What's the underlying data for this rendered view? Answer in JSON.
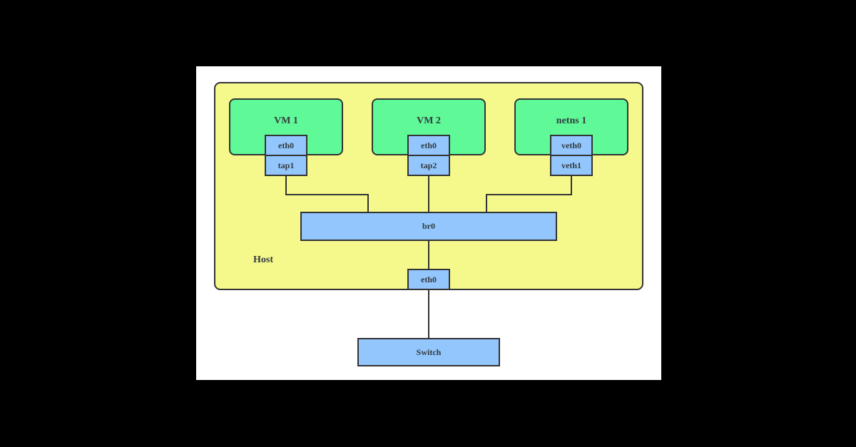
{
  "colors": {
    "background": "#000000",
    "canvas": "#ffffff",
    "host_fill": "#f5f98b",
    "node_fill": "#5ff998",
    "port_fill": "#92c6fc",
    "border": "#333333",
    "text": "#343a40"
  },
  "host": {
    "label": "Host"
  },
  "nodes": [
    {
      "title": "VM 1",
      "ports": [
        {
          "label": "eth0"
        },
        {
          "label": "tap1"
        }
      ]
    },
    {
      "title": "VM 2",
      "ports": [
        {
          "label": "eth0"
        },
        {
          "label": "tap2"
        }
      ]
    },
    {
      "title": "netns 1",
      "ports": [
        {
          "label": "veth0"
        },
        {
          "label": "veth1"
        }
      ]
    }
  ],
  "bridge": {
    "label": "br0"
  },
  "host_nic": {
    "label": "eth0"
  },
  "switch": {
    "label": "Switch"
  }
}
